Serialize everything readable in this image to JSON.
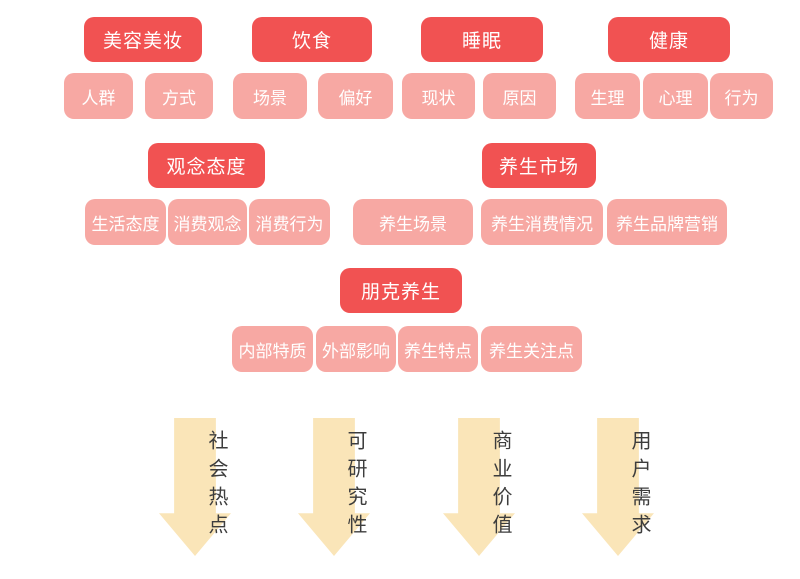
{
  "canvas": {
    "background": "#ffffff"
  },
  "colors": {
    "canvas_bg": "#ffffff",
    "category_box": "#f15252",
    "child_box": "#f7a8a3",
    "box_text": "#ffffff",
    "arrow_fill": "#fae5b8",
    "arrow_text": "#3d3d3d"
  },
  "categories": [
    {
      "label": "美容美妆",
      "children": [
        "人群",
        "方式"
      ]
    },
    {
      "label": "饮食",
      "children": [
        "场景",
        "偏好"
      ]
    },
    {
      "label": "睡眠",
      "children": [
        "现状",
        "原因"
      ]
    },
    {
      "label": "健康",
      "children": [
        "生理",
        "心理",
        "行为"
      ]
    },
    {
      "label": "观念态度",
      "children": [
        "生活态度",
        "消费观念",
        "消费行为"
      ]
    },
    {
      "label": "养生市场",
      "children": [
        "养生场景",
        "养生消费情况",
        "养生品牌营销"
      ]
    },
    {
      "label": "朋克养生",
      "children": [
        "内部特质",
        "外部影响",
        "养生特点",
        "养生关注点"
      ]
    }
  ],
  "arrows": [
    {
      "label": "社会热点"
    },
    {
      "label": "可研究性"
    },
    {
      "label": "商业价值"
    },
    {
      "label": "用户需求"
    }
  ]
}
